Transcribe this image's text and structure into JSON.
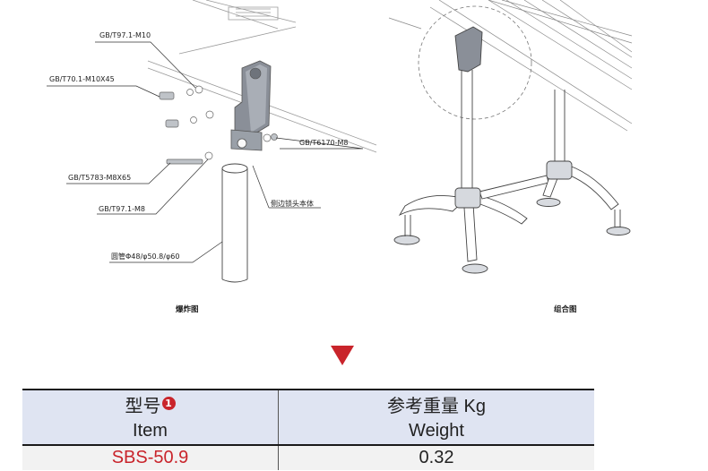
{
  "exploded_view": {
    "caption": "爆炸图",
    "callouts": {
      "washer_top": "GB/T97.1-M10",
      "bolt_top": "GB/T70.1-M10X45",
      "nut": "GB/T6170-M8",
      "bolt_bottom": "GB/T5783-M8X65",
      "washer_bottom": "GB/T97.1-M8",
      "lock_body": "侧边锁头本体",
      "tube": "圆管Φ48/φ50.8/φ60"
    }
  },
  "assembly_view": {
    "caption": "组合图"
  },
  "spec_table": {
    "headers": {
      "item_cn": "型号",
      "item_badge": "1",
      "item_en": "Item",
      "weight_cn": "参考重量 Kg",
      "weight_en": "Weight"
    },
    "rows": [
      {
        "model": "SBS-50.9",
        "weight": "0.32"
      }
    ]
  },
  "colors": {
    "accent_red": "#c9242b",
    "header_bg": "#dfe4f2",
    "row_bg": "#f2f2f2"
  }
}
